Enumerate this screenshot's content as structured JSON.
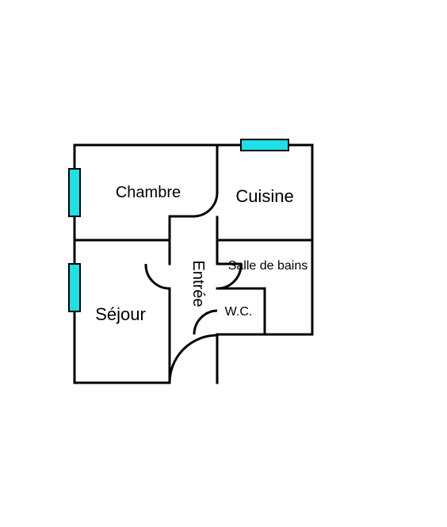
{
  "rooms": {
    "chambre": "Chambre",
    "cuisine": "Cuisine",
    "entree": "Entrée",
    "salle_de_bains": "Salle de bains",
    "sejour": "Séjour",
    "wc": "W.C."
  },
  "colors": {
    "wall": "#000000",
    "window_fill": "#1ee0e6",
    "background": "#ffffff"
  },
  "icons": {
    "window": "window-icon",
    "door": "door-swing-icon"
  }
}
